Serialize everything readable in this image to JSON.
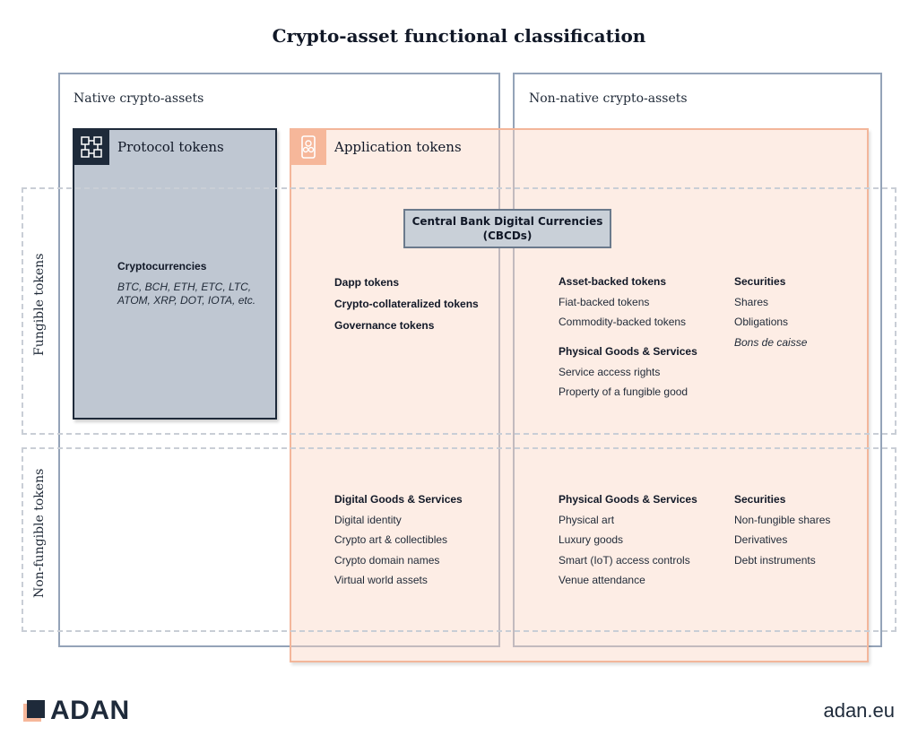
{
  "title": "Crypto-asset functional classification",
  "regions": {
    "native_label": "Native crypto-assets",
    "nonnative_label": "Non-native crypto-assets",
    "fungible_label": "Fungible tokens",
    "nonfungible_label": "Non-fungible tokens"
  },
  "protocol": {
    "label": "Protocol tokens",
    "icon": "blockchain-icon",
    "heading": "Cryptocurrencies",
    "examples": "BTC, BCH, ETH, ETC, LTC, ATOM, XRP, DOT, IOTA, etc."
  },
  "application": {
    "label": "Application tokens",
    "icon": "mobile-tokens-icon"
  },
  "cbdc": {
    "line1": "Central Bank Digital Currencies",
    "line2": "(CBCDs)"
  },
  "fungible": {
    "app_items": [
      "Dapp tokens",
      "Crypto-collateralized tokens",
      "Governance tokens"
    ],
    "asset_backed": {
      "heading": "Asset-backed tokens",
      "items": [
        "Fiat-backed tokens",
        "Commodity-backed tokens"
      ]
    },
    "physical": {
      "heading": "Physical Goods & Services",
      "items": [
        "Service access rights",
        "Property of a fungible good"
      ]
    },
    "securities": {
      "heading": "Securities",
      "items": [
        "Shares",
        "Obligations",
        "Bons de caisse"
      ]
    }
  },
  "nonfungible": {
    "digital": {
      "heading": "Digital Goods & Services",
      "items": [
        "Digital identity",
        "Crypto art & collectibles",
        "Crypto domain names",
        "Virtual world assets"
      ]
    },
    "physical": {
      "heading": "Physical Goods & Services",
      "items": [
        "Physical art",
        "Luxury goods",
        "Smart (IoT) access controls",
        "Venue attendance"
      ]
    },
    "securities": {
      "heading": "Securities",
      "items": [
        "Non-fungible shares",
        "Derivatives",
        "Debt instruments"
      ]
    }
  },
  "footer": {
    "logo": "ADAN",
    "site": "adan.eu"
  },
  "colors": {
    "navy": "#1e2a3a",
    "application_fill": "#fbd7c6",
    "protocol_fill": "#bfc7d2",
    "border_gray": "#94a3b8"
  }
}
